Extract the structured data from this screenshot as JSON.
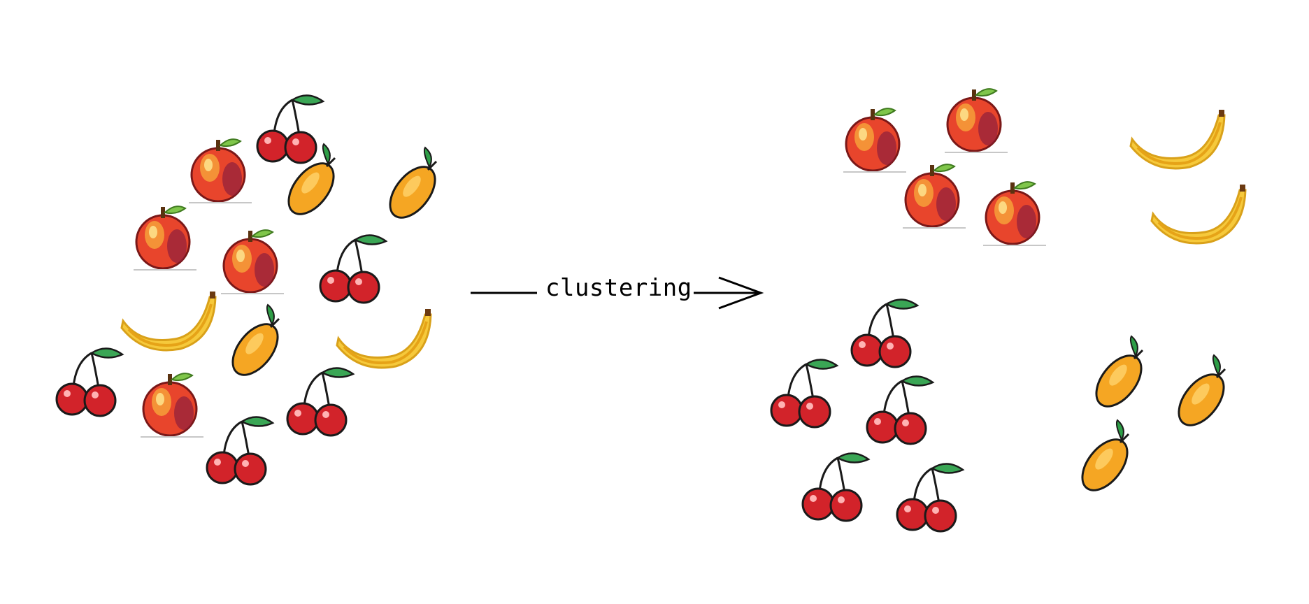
{
  "diagram": {
    "arrow_label": "clustering",
    "input_group": {
      "description_items": [
        "cherry",
        "apple",
        "mango",
        "mango",
        "apple",
        "apple",
        "cherry",
        "banana",
        "mango",
        "banana",
        "cherry",
        "apple",
        "cherry",
        "cherry"
      ]
    },
    "output_clusters": [
      {
        "fruit": "apple",
        "count": 4
      },
      {
        "fruit": "banana",
        "count": 2
      },
      {
        "fruit": "cherry",
        "count": 5
      },
      {
        "fruit": "mango",
        "count": 3
      }
    ]
  },
  "colors": {
    "apple": "#e8452c",
    "cherry": "#d2232a",
    "mango": "#f5a623",
    "banana": "#f6c93b",
    "leaf": "#2e9e47",
    "outline": "#1a1a1a"
  }
}
